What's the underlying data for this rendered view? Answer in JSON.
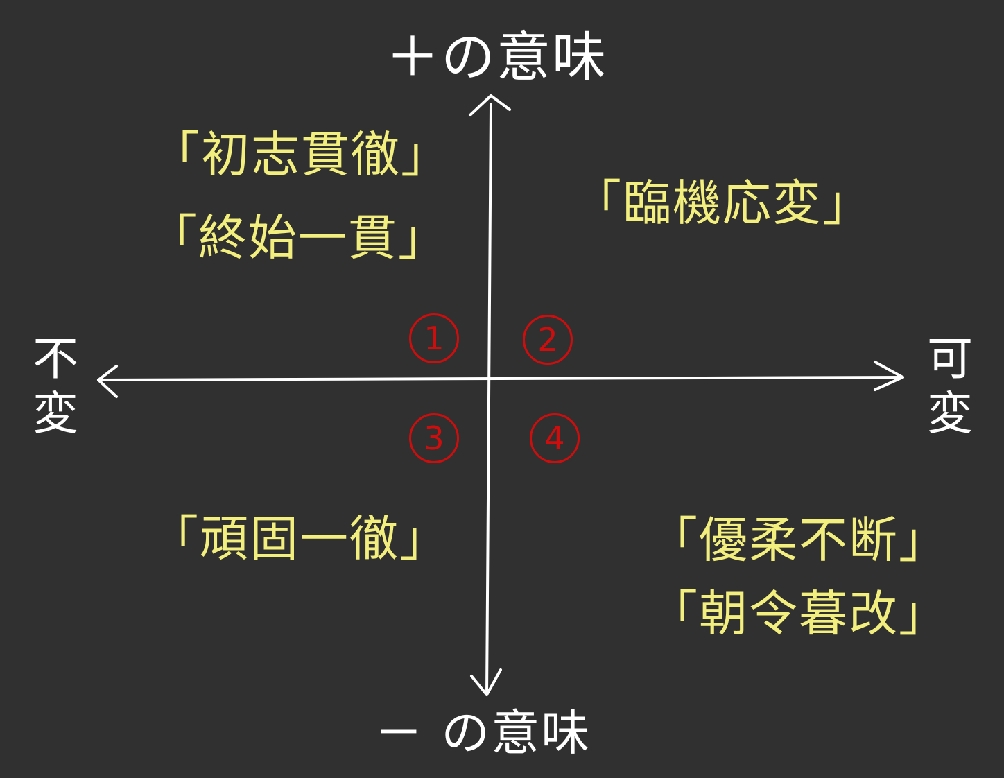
{
  "axes": {
    "top": "＋の意味",
    "bottom": "－ の意味",
    "left": "不変",
    "right": "可変"
  },
  "quadrants": [
    {
      "number": "1",
      "phrases": [
        "「初志貫徹」",
        "「終始一貫」"
      ]
    },
    {
      "number": "2",
      "phrases": [
        "「臨機応変」"
      ]
    },
    {
      "number": "3",
      "phrases": [
        "「頑固一徹」"
      ]
    },
    {
      "number": "4",
      "phrases": [
        "「優柔不断」",
        "「朝令暮改」"
      ]
    }
  ],
  "colors": {
    "background": "#303030",
    "axis": "#ffffff",
    "phrase": "#f3ef7e",
    "number": "#d00d0d"
  }
}
